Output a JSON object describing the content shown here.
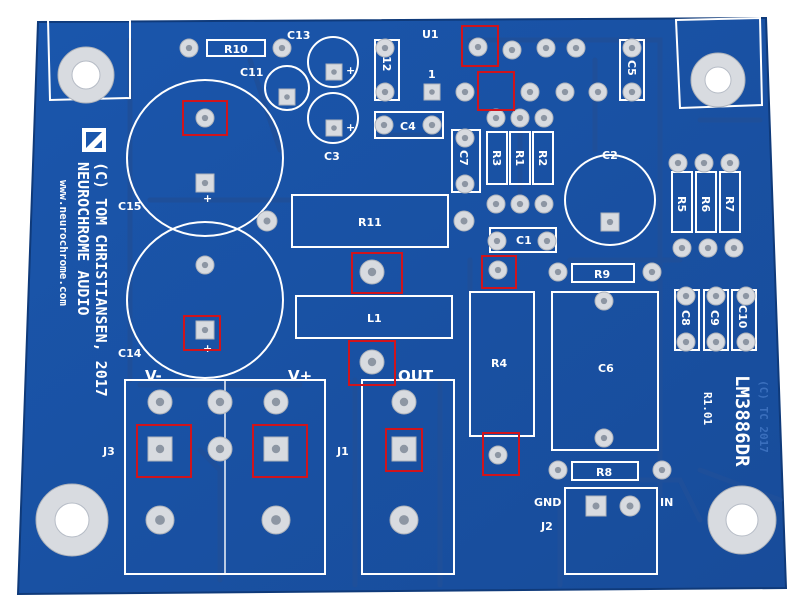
{
  "board": {
    "copyright": "(C) TOM CHRISTIANSEN, 2017",
    "brand": "NEUROCHROME AUDIO",
    "url": "www.neurochrome.com",
    "model": "LM3886DR",
    "revision": "R1.01",
    "faint_copyright": "(C) TC 2017"
  },
  "labels": {
    "r10": "R10",
    "c13": "C13",
    "c11": "C11",
    "c12": "C12",
    "u1": "U1",
    "c5": "C5",
    "pin1": "1",
    "c4": "C4",
    "c3": "C3",
    "c15": "C15",
    "c7": "C7",
    "r3": "R3",
    "r1": "R1",
    "r2": "R2",
    "c2": "C2",
    "r11": "R11",
    "r5": "R5",
    "r6": "R6",
    "r7": "R7",
    "c1": "C1",
    "r9": "R9",
    "l1": "L1",
    "c8": "C8",
    "c9": "C9",
    "c10": "C10",
    "c14": "C14",
    "r4": "R4",
    "c6": "C6",
    "v_minus": "V-",
    "v_plus": "V+",
    "out": "OUT",
    "j3": "J3",
    "j1": "J1",
    "r8": "R8",
    "gnd": "GND",
    "in": "IN",
    "j2": "J2",
    "plus": "+"
  }
}
